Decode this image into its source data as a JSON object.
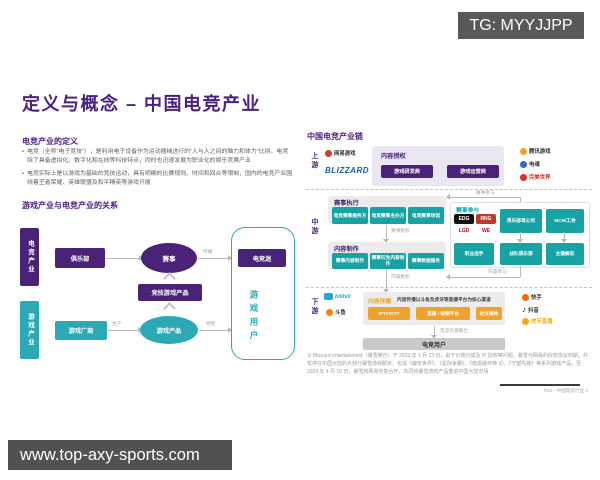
{
  "overlay": {
    "tg_badge": "TG: MYYJJPP",
    "website": "www.top-axy-sports.com"
  },
  "slide": {
    "title": "定义与概念 – 中国电竞产业",
    "left": {
      "definition_heading": "电竞产业的定义",
      "bullets": [
        "电竞（全称“电子竞技”），是利用电子设备作为运动器械进行的“人与人之间的脑力和体力”比拼。电竞除了具备虚拟化、数字化和在线等科技特点，同时也迅速发展为职业化的娱乐竞赛产业",
        "电竞实际上是以游戏为基础的竞技运动，具有明确的比赛规则、时间和回合等限制，国内的电竞产业围绕着王者荣耀、英雄联盟及和平精英等游戏开展"
      ],
      "relation_heading": "游戏产业与电竞产业的关系",
      "diagram": {
        "esports_industry": "电竞产业",
        "game_industry": "游戏产业",
        "club": "俱乐部",
        "event": "赛事",
        "esports_fans": "电竞迷",
        "competitive_game_product": "竞技游戏产品",
        "game_vendor": "游戏厂商",
        "game_product": "游戏产品",
        "game_users": "游戏用户",
        "label_spread": "传播",
        "label_produce": "生产",
        "label_sell": "销售"
      }
    },
    "right": {
      "chain_heading": "中国电竞产业链",
      "upstream": {
        "stage": "上游",
        "logos_left": [
          "网易游戏",
          "BLIZZARD"
        ],
        "box_title": "内容授权",
        "buttons": [
          "游戏研发商",
          "游戏运营商"
        ],
        "logos_right": [
          "腾讯游戏",
          "电魂",
          "完美世界"
        ]
      },
      "midstream": {
        "stage": "中游",
        "exec_title": "赛事执行",
        "exec_buttons": [
          "电竞赛事服务方",
          "电竞赛事主办方",
          "电竞赛事场馆"
        ],
        "arrow_exec_to_content": "赛事版权",
        "content_title": "内容制作",
        "content_buttons": [
          "赛事内容制作",
          "赛事衍生内容制作",
          "赛事数据服务"
        ],
        "arrow_content_to_down": "内容版权",
        "participate": {
          "title": "赛事参与",
          "clubs": [
            "EDG",
            "RNG",
            "LGD",
            "WE"
          ],
          "top_buttons": [
            "俱乐部母公司",
            "MCN/工会"
          ],
          "bottom_buttons": [
            "职业选手",
            "战队俱乐部",
            "主播解说"
          ],
          "link_top": "赛事参与",
          "link_bottom": "内容参与"
        }
      },
      "downstream": {
        "stage": "下游",
        "logos_left": [
          "bilibili",
          "斗鱼"
        ],
        "box_title": "内容传播",
        "box_desc": "内容传播以斗鱼及虎牙等直播平台为核心渠道",
        "buttons": [
          "IPTV/OTT",
          "直播 / 视频平台",
          "社交媒体"
        ],
        "arrow_output": "电竞内容输出",
        "user_bar": "电竞用户",
        "logos_right": [
          "快手",
          "抖音",
          "虎牙直播"
        ]
      },
      "footnote": "① Blizzard entertainment（暴雪娱乐）于 2023 年 1 月 23 日，由于价格分成及 IP 授权等问题，暴雪与网易的授权协议到期，并暂停在中国大陆的大部分暴雪游戏服务，包括《魔兽世界》、《星际争霸》、《暗黑破坏神 3》、《守望先锋》等系列游戏产品。至 2024 年 4 月 10 日，暴雪和网易恢复合作，共同将暴雪游戏产品重返中国大陆市场",
      "footer": "F&S - 中国电竞行业 4"
    }
  },
  "colors": {
    "purple": "#4a2379",
    "teal": "#2ba9b4",
    "chain_teal": "#17a3a3",
    "orange": "#f0a32a"
  }
}
